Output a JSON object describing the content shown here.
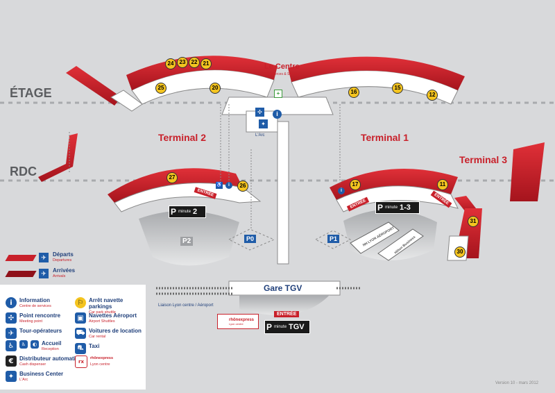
{
  "levels": {
    "upper": "ÉTAGE",
    "ground": "RDC"
  },
  "centre": {
    "title": "Le Centre",
    "subtitle": "Commerces & Services"
  },
  "terminals": {
    "t1": "Terminal 1",
    "t2": "Terminal 2",
    "t3": "Terminal 3"
  },
  "gates": {
    "t2_upper": [
      "24",
      "23",
      "22",
      "21",
      "25",
      "20"
    ],
    "t1_upper": [
      "16",
      "15",
      "12"
    ],
    "t2_ground": [
      "27",
      "26"
    ],
    "t1_ground": [
      "17",
      "11"
    ],
    "t3": [
      "31",
      "30"
    ]
  },
  "entrance": "ENTRÉE",
  "parkings": {
    "p2_minute_num": "2",
    "p13_minute_num": "1-3",
    "tgv_minute_label": "TGV",
    "minute_word": "minute",
    "p2": "P2",
    "p0": "P0",
    "p1": "P1"
  },
  "labels": {
    "arc": "L'Arc",
    "nh_hotel": "NH LYON AÉROPORT",
    "hilton": "Hilton Business",
    "gare": "Gare TGV",
    "liaison": "Liaison Lyon centre / Aéroport",
    "rhonexpress": "rhônexpress",
    "rhonexpress_sub": "Lyon centre"
  },
  "legend_flows": [
    {
      "fr": "Départs",
      "en": "Departures"
    },
    {
      "fr": "Arrivées",
      "en": "Arrivals"
    }
  ],
  "legend_left": [
    {
      "icon": "i",
      "fr": "Information",
      "en": "Centre de services",
      "name": "information-icon"
    },
    {
      "icon": "✣",
      "fr": "Point rencontre",
      "en": "Meeting point",
      "name": "meeting-point-icon"
    },
    {
      "icon": "✈",
      "fr": "Tour-opérateurs",
      "en": "",
      "name": "tour-operators-icon"
    },
    {
      "icon": "♿",
      "fr": "Accueil",
      "en": "Reception",
      "name": "accessibility-icon"
    },
    {
      "icon": "€",
      "fr": "Distributeur automatique",
      "en": "Cash dispenser",
      "name": "cash-dispenser-icon"
    },
    {
      "icon": "✦",
      "fr": "Business Center",
      "en": "L'Arc",
      "name": "business-center-icon"
    }
  ],
  "legend_right": [
    {
      "icon": "⚐",
      "fr": "Arrêt navette parkings",
      "en": "Car park shuttle",
      "name": "car-park-shuttle-icon"
    },
    {
      "icon": "▣",
      "fr": "Navettes Aéroport",
      "en": "Airport Shuttles",
      "name": "airport-shuttle-icon"
    },
    {
      "icon": "⛟",
      "fr": "Voitures de location",
      "en": "Car rental",
      "name": "car-rental-icon"
    },
    {
      "icon": "⛐",
      "fr": "Taxi",
      "en": "",
      "name": "taxi-icon"
    },
    {
      "icon": "rx",
      "fr": "rhônexpress",
      "en": "Lyon centre",
      "name": "rhonexpress-icon"
    }
  ],
  "version": "Version 10 - mars 2012",
  "colors": {
    "red": "#c8202a",
    "dark_red": "#8f1119",
    "blue": "#1f5ca8",
    "yellow": "#f4c41f",
    "bg": "#d8d9db"
  }
}
